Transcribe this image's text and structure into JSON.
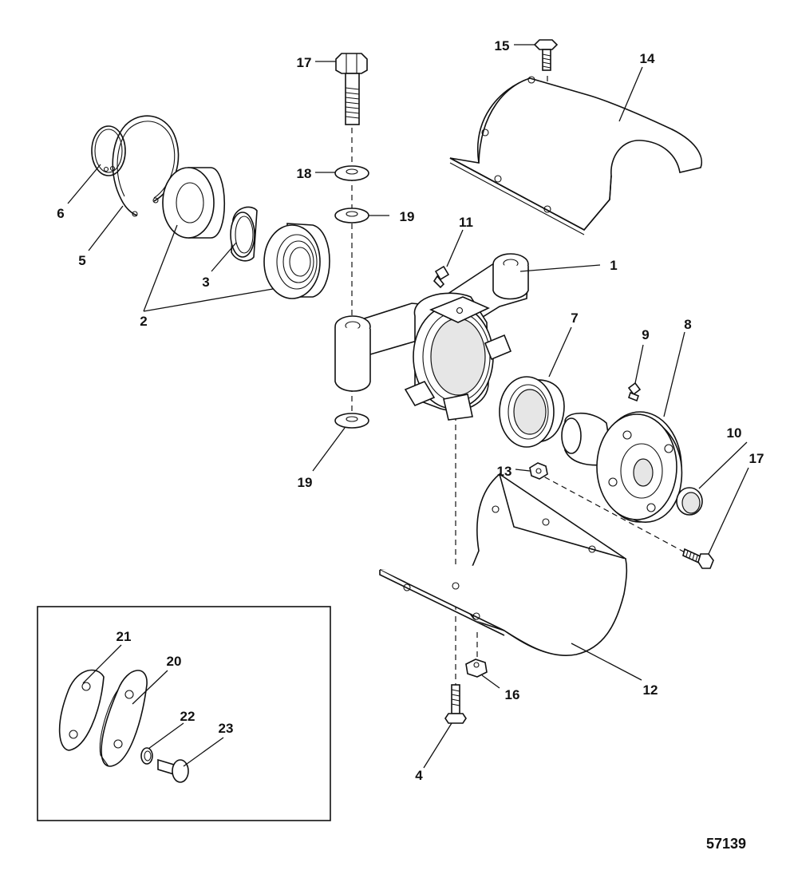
{
  "figure_number": "57139",
  "callouts": {
    "c1": "1",
    "c2": "2",
    "c3": "3",
    "c4": "4",
    "c5": "5",
    "c6": "6",
    "c7": "7",
    "c8": "8",
    "c9": "9",
    "c10": "10",
    "c11": "11",
    "c12": "12",
    "c13": "13",
    "c14": "14",
    "c15": "15",
    "c16": "16",
    "c17a": "17",
    "c17b": "17",
    "c18": "18",
    "c19a": "19",
    "c19b": "19",
    "c20": "20",
    "c21": "21",
    "c22": "22",
    "c23": "23"
  }
}
